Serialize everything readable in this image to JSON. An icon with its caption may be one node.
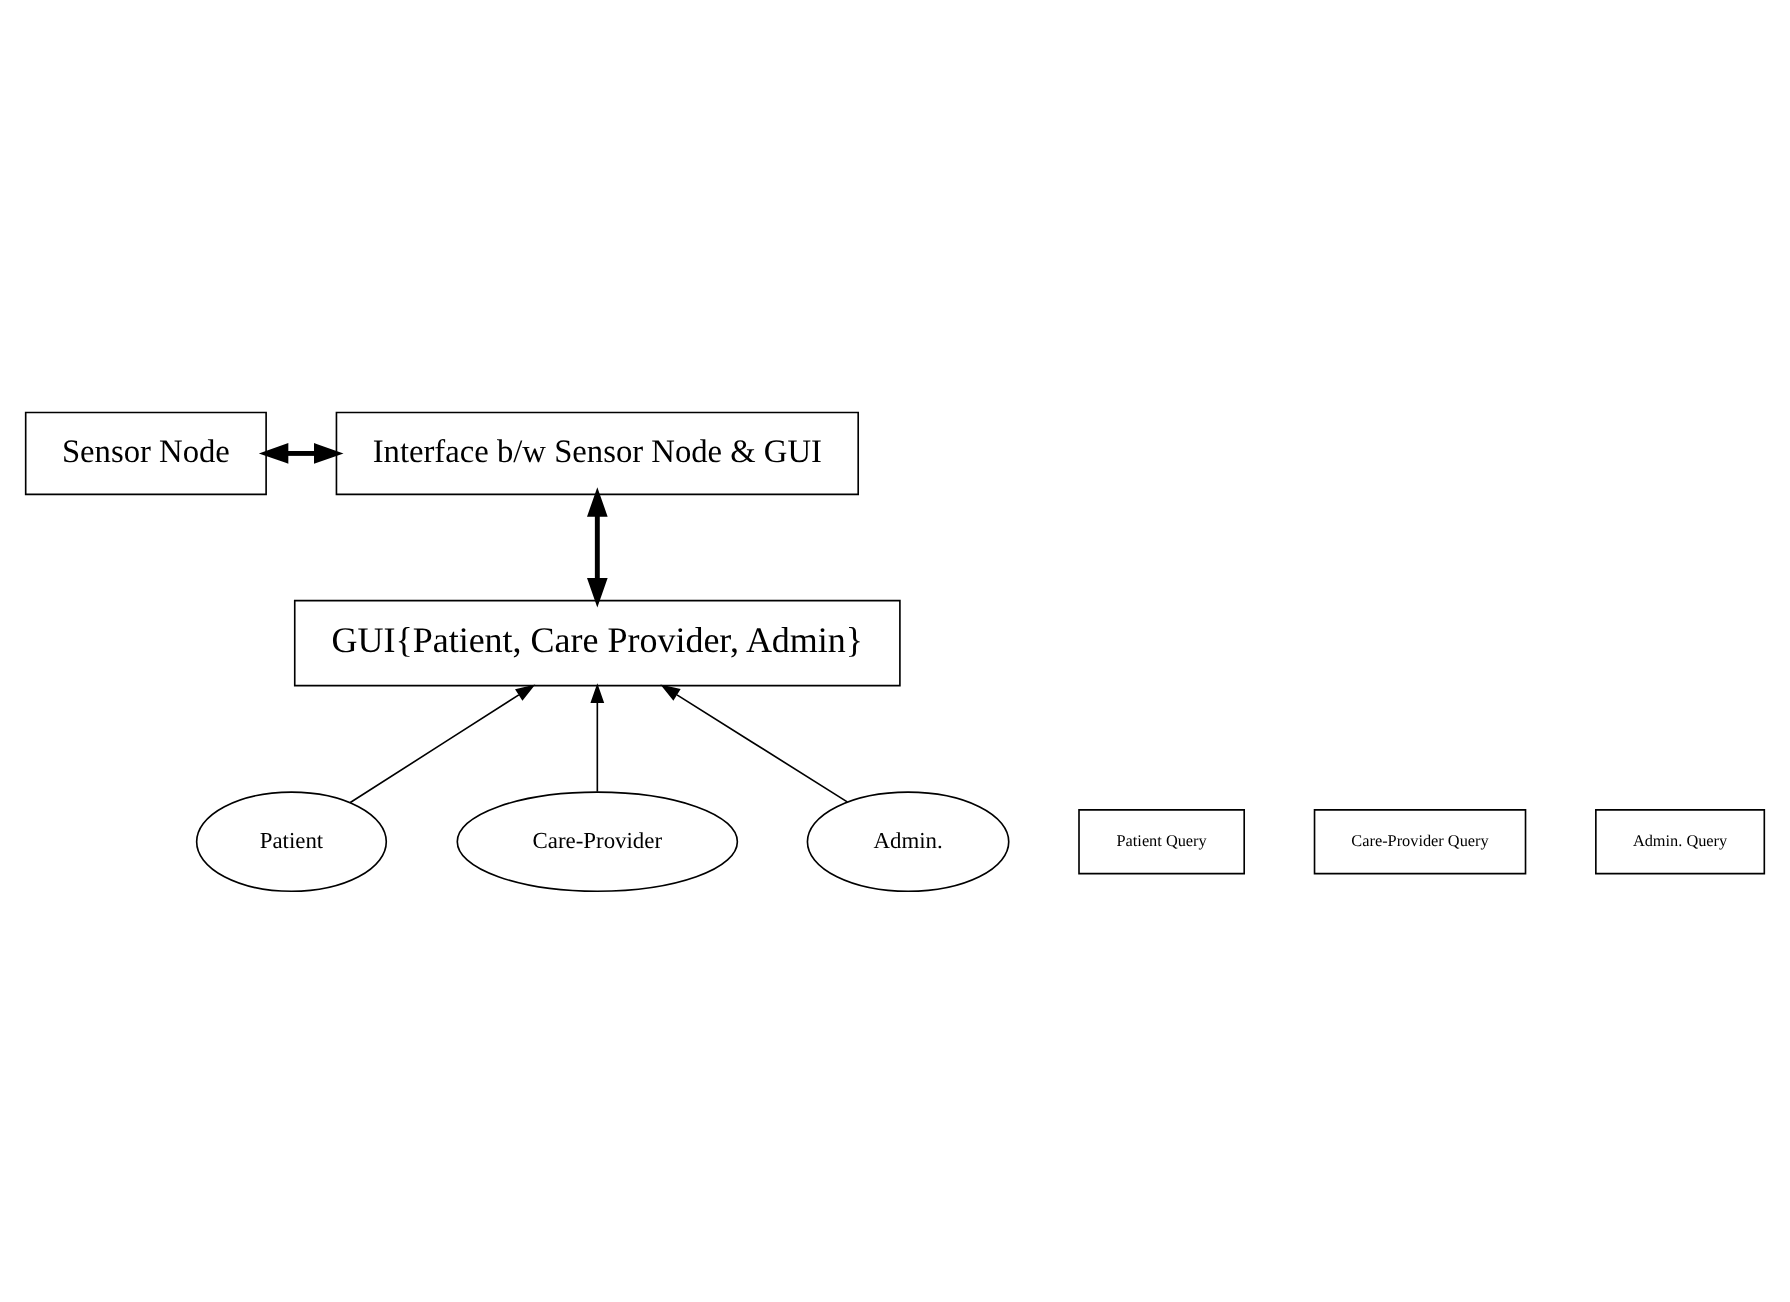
{
  "diagram": {
    "nodes": [
      {
        "text": [
          "Sensor Node"
        ]
      },
      {
        "text": [
          "Interface b/w Sensor Node & GUI"
        ]
      },
      {
        "text": [
          "GUI{Patient, Care Provider, Admin}"
        ]
      },
      {
        "text": [
          "Patient Query"
        ]
      },
      {
        "text": [
          "Care-Provider Query"
        ]
      },
      {
        "text": [
          "Admin. Query"
        ]
      },
      {
        "text": [
          "Patient"
        ]
      },
      {
        "text": [
          "Care-Provider"
        ]
      },
      {
        "text": [
          "Admin."
        ]
      }
    ],
    "edges": [
      {
        "from": 0,
        "to": 1,
        "arrow": "both",
        "style": "thick"
      },
      {
        "from": 1,
        "to": 2,
        "arrow": "both",
        "style": "thick"
      },
      {
        "from": 6,
        "to": 2,
        "arrow": "to"
      },
      {
        "from": 7,
        "to": 2,
        "arrow": "to"
      },
      {
        "from": 8,
        "to": 2,
        "arrow": "to"
      }
    ]
  }
}
